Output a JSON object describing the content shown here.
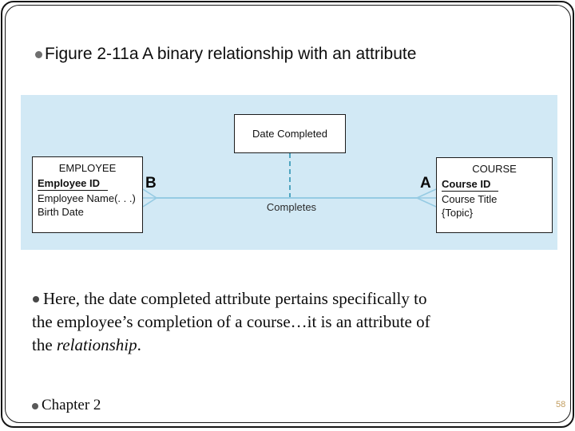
{
  "slide": {
    "title": "Figure 2-11a A binary relationship with an attribute",
    "page_number": "58"
  },
  "diagram": {
    "attribute_box": {
      "label": "Date Completed"
    },
    "relationship": {
      "label": "Completes"
    },
    "left_entity": {
      "name": "EMPLOYEE",
      "key_attribute": "Employee ID",
      "attributes": [
        "Employee Name(. . .)",
        "Birth Date"
      ],
      "cardinality_label": "B"
    },
    "right_entity": {
      "name": "COURSE",
      "key_attribute": "Course ID",
      "attributes": [
        "Course Title",
        "{Topic}"
      ],
      "cardinality_label": "A"
    },
    "colors": {
      "panel_background": "#d2e9f5",
      "connector_line": "#96cbe3",
      "dashed_line": "#2e93b2"
    }
  },
  "body": {
    "line1": "Here, the date completed attribute pertains specifically to",
    "line2": "the employee’s completion of a course…it is an attribute of",
    "line3_prefix": "the ",
    "line3_italic": "relationship",
    "line3_suffix": "."
  },
  "footer": {
    "chapter": "Chapter 2"
  }
}
